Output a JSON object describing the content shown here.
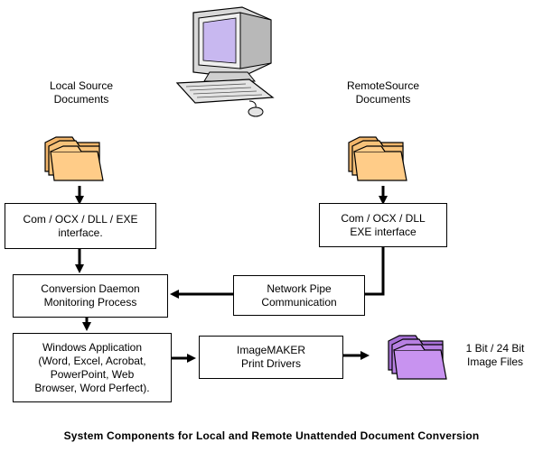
{
  "labels": {
    "local_source": [
      "Local Source",
      "Documents"
    ],
    "remote_source": [
      "RemoteSource",
      "Documents"
    ],
    "output_files": [
      "1 Bit / 24 Bit",
      "Image Files"
    ]
  },
  "boxes": {
    "local_interface": [
      "Com / OCX / DLL / EXE",
      "interface."
    ],
    "remote_interface": [
      "Com / OCX / DLL",
      "EXE interface"
    ],
    "daemon": [
      "Conversion Daemon",
      "Monitoring Process"
    ],
    "network_pipe": [
      "Network Pipe",
      "Communication"
    ],
    "windows_app": [
      "Windows Application",
      "(Word, Excel, Acrobat,",
      "PowerPoint, Web",
      "Browser, Word Perfect)."
    ],
    "imagemaker": [
      "ImageMAKER",
      "Print Drivers"
    ]
  },
  "caption": "System Components for Local and Remote Unattended Document Conversion",
  "colors": {
    "folder_fill": "#FFCC88",
    "folder_back": "#F2B56A",
    "image_folder_fill": "#C893F0",
    "image_folder_back": "#A66FD6",
    "arrow": "#000000",
    "monitor_screen": "#C8B8F0",
    "computer_body": "#E0E0E0"
  },
  "icons": {
    "computer": "computer-icon",
    "local_folder": "folder-stack-icon",
    "remote_folder": "folder-stack-icon",
    "image_folder": "purple-folder-stack-icon"
  }
}
